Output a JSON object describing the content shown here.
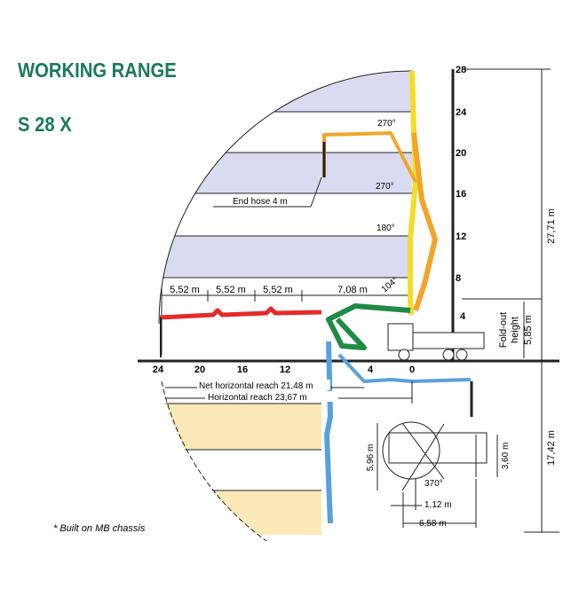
{
  "title": "WORKING RANGE",
  "model": "S 28 X",
  "footnote": "* Built on MB chassis",
  "y_ticks": [
    "28",
    "24",
    "20",
    "16",
    "12",
    "8",
    "4"
  ],
  "x_ticks": [
    "24",
    "20",
    "16",
    "12",
    "4",
    "0"
  ],
  "segments": [
    "5,52 m",
    "5,52 m",
    "5,52 m",
    "7,08 m"
  ],
  "angles": {
    "a1": "270°",
    "a2": "270°",
    "a3": "180°",
    "a4": "104°",
    "slew": "370°"
  },
  "end_hose": "End hose 4 m",
  "net_reach": "Net horizontal reach 21,48 m",
  "reach": "Horizontal reach 23,67 m",
  "vertical_reach": "27,71 m",
  "fold_out_label1": "Fold-out",
  "fold_out_label2": "height",
  "fold_out_value": "5,85 m",
  "depth": "17,42 m",
  "outrigger": {
    "front": "5,96 m",
    "rear": "3,60 m",
    "a": "1,12 m",
    "b": "6,58 m"
  },
  "colors": {
    "title": "#1b7a5a",
    "band_blue": "#d9dcf0",
    "band_yellow": "#fbe9b8",
    "boom_yellow": "#f3dc2a",
    "boom_orange": "#f2a52a",
    "boom_green": "#1f8a45",
    "boom_red": "#e32b2b",
    "boom_blue": "#5aa0dc"
  }
}
